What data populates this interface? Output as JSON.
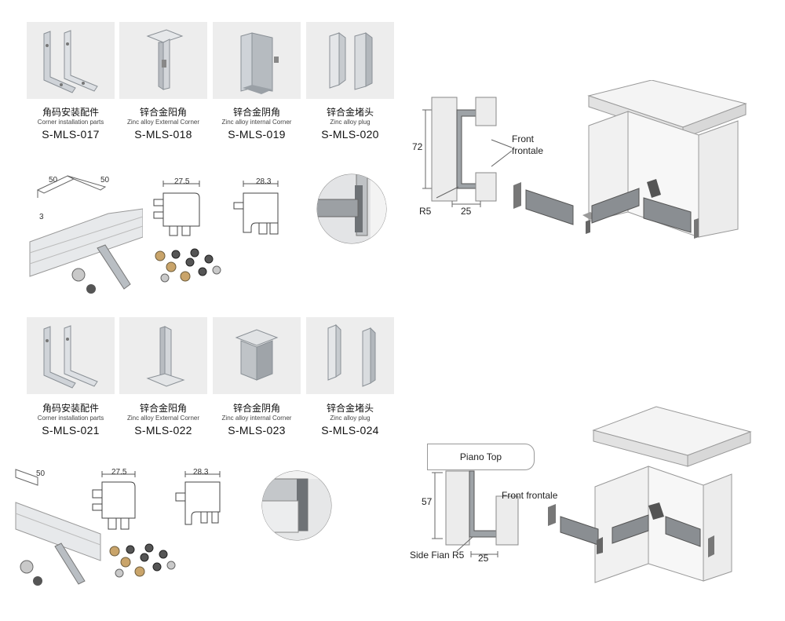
{
  "top_row": [
    {
      "zh": "角码安装配件",
      "en": "Corner installation parts",
      "code": "S-MLS-017"
    },
    {
      "zh": "锌合金阳角",
      "en": "Zinc alloy External Corner",
      "code": "S-MLS-018"
    },
    {
      "zh": "锌合金阴角",
      "en": "Zinc alloy internal Corner",
      "code": "S-MLS-019"
    },
    {
      "zh": "锌合金堵头",
      "en": "Zinc alloy plug",
      "code": "S-MLS-020"
    }
  ],
  "bottom_row": [
    {
      "zh": "角码安装配件",
      "en": "Corner installation parts",
      "code": "S-MLS-021"
    },
    {
      "zh": "锌合金阳角",
      "en": "Zinc alloy External Corner",
      "code": "S-MLS-022"
    },
    {
      "zh": "锌合金阴角",
      "en": "Zinc alloy internal Corner",
      "code": "S-MLS-023"
    },
    {
      "zh": "锌合金堵头",
      "en": "Zinc alloy plug",
      "code": "S-MLS-024"
    }
  ],
  "dims_top": {
    "bracket_a": "50",
    "bracket_b": "50",
    "thickness": "3",
    "ext_corner": "27.5",
    "int_corner": "28.3"
  },
  "dims_bottom": {
    "bracket": "50",
    "ext_corner": "27.5",
    "int_corner": "28.3"
  },
  "profile_top": {
    "height": "72",
    "radius": "R5",
    "depth": "25",
    "front_label": "Front\nfrontale"
  },
  "profile_bottom": {
    "piano": "Piano Top",
    "height": "57",
    "side": "Side Fian",
    "radius": "R5",
    "depth": "25",
    "front_label": "Front frontale"
  }
}
